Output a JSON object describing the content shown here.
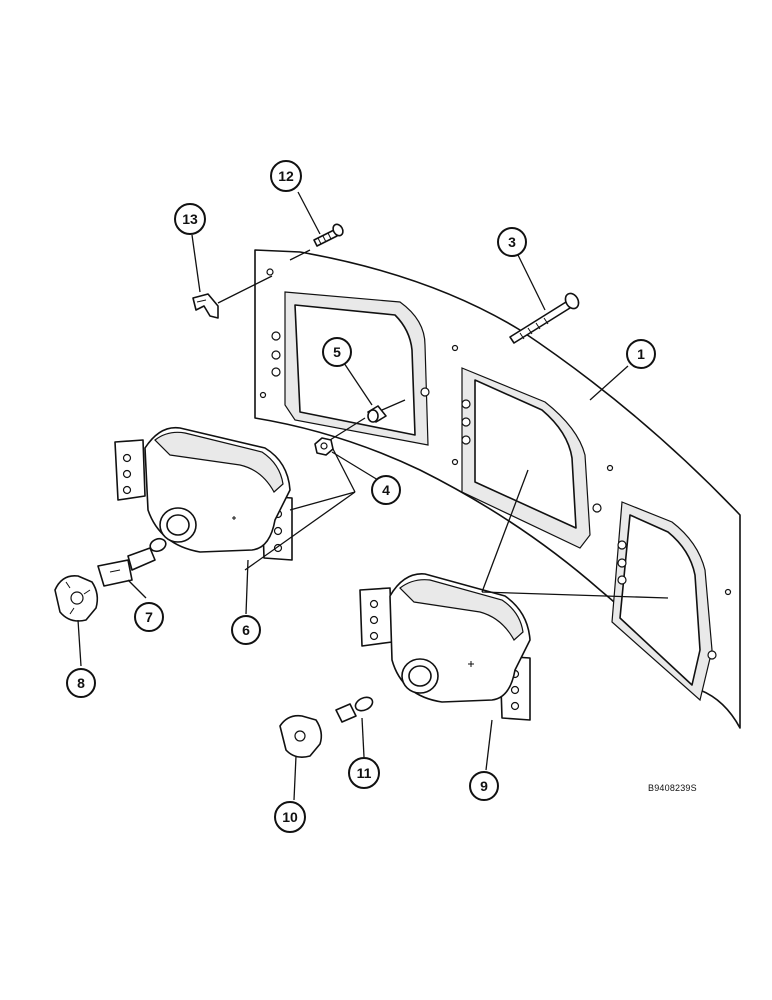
{
  "reference_code": "B9408239S",
  "callouts": [
    {
      "label": "1"
    },
    {
      "label": "3"
    },
    {
      "label": "4"
    },
    {
      "label": "5"
    },
    {
      "label": "6"
    },
    {
      "label": "7"
    },
    {
      "label": "8"
    },
    {
      "label": "9"
    },
    {
      "label": "10"
    },
    {
      "label": "11"
    },
    {
      "label": "12"
    },
    {
      "label": "13"
    }
  ]
}
